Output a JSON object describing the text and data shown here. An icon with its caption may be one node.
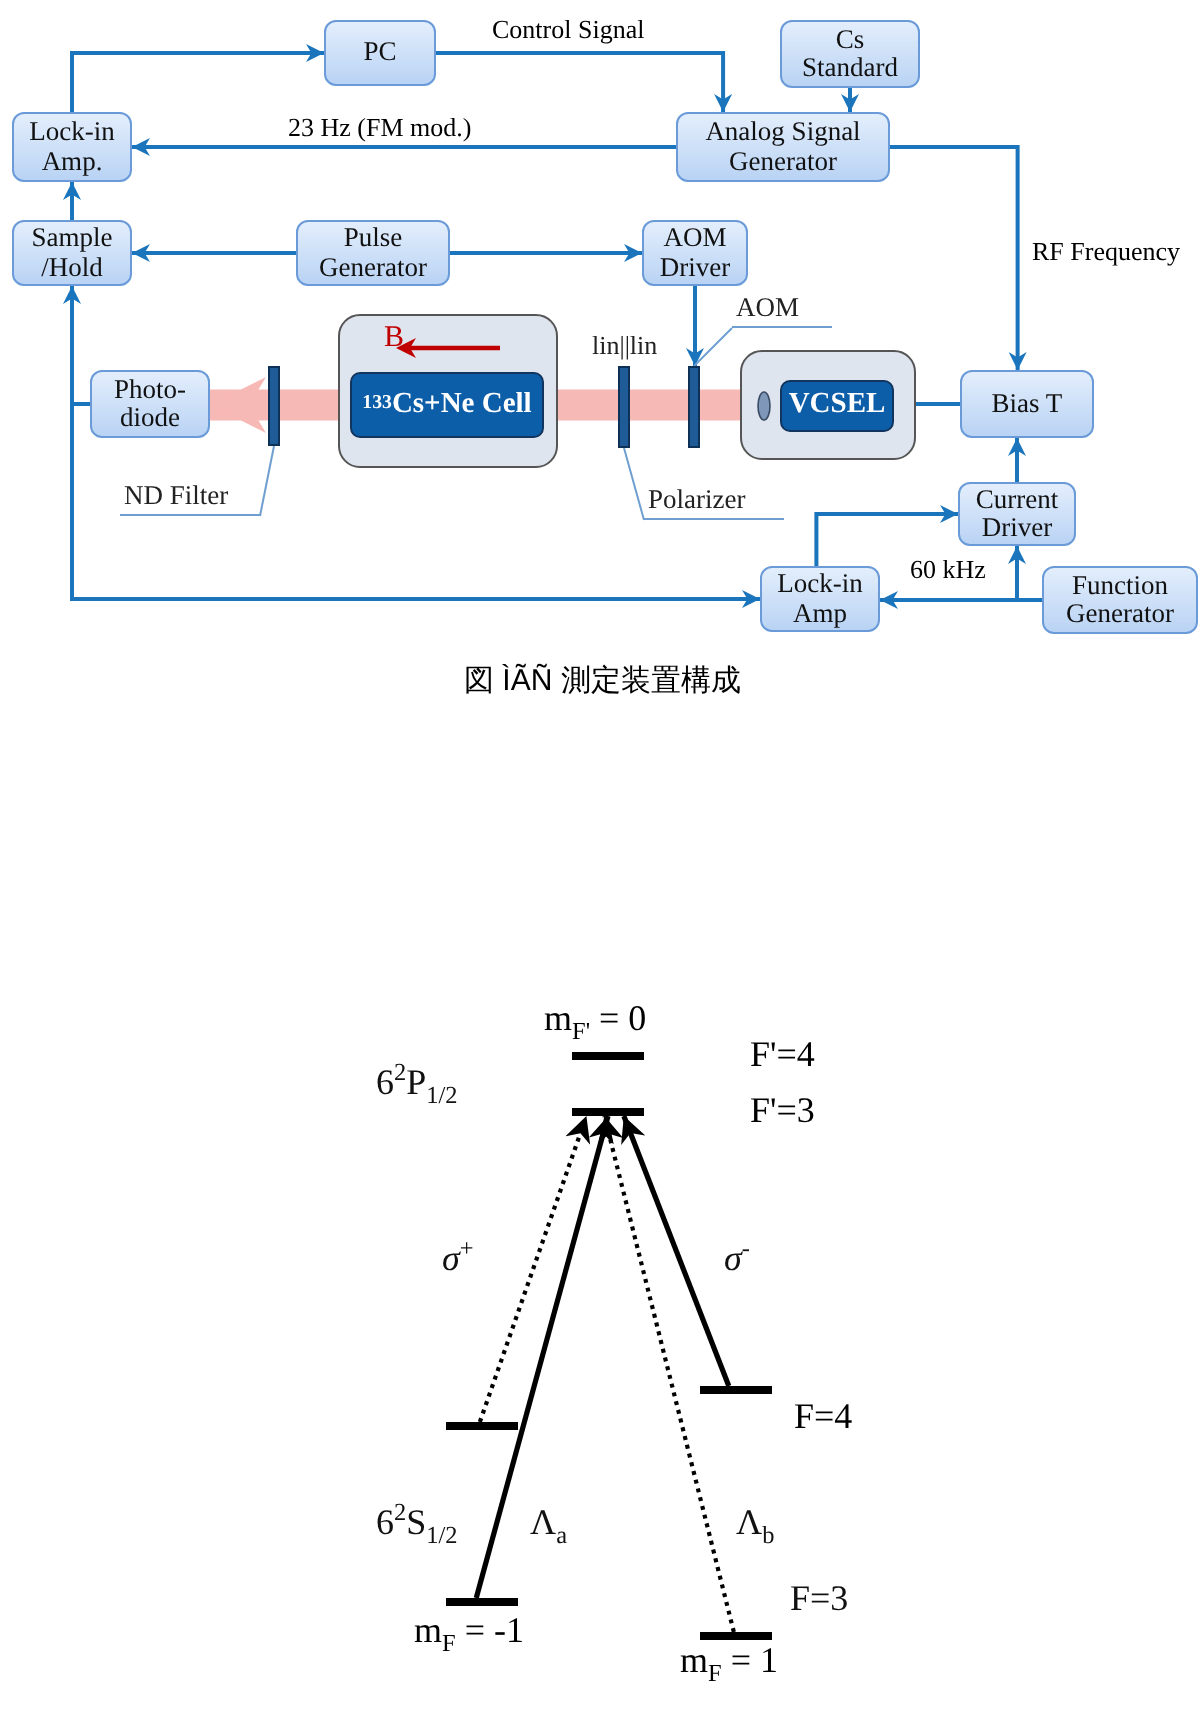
{
  "diagram": {
    "caption": "図 ÌÃÑ 測定装置構成",
    "nodes": [
      {
        "text": [
          "PC"
        ]
      },
      {
        "text": [
          "Cs Standard"
        ]
      },
      {
        "text": [
          "Lock-in Amp."
        ]
      },
      {
        "text": [
          "Analog Signal Generator"
        ]
      },
      {
        "text": [
          "Sample /Hold"
        ]
      },
      {
        "text": [
          "Pulse Generator"
        ]
      },
      {
        "text": [
          "AOM Driver"
        ]
      },
      {
        "text": [],
        "shape": "box"
      },
      {
        "text": [
          "$^{133}$Cs+Ne Cell"
        ],
        "in": 7
      },
      {
        "text": [],
        "shape": "box"
      },
      {
        "text": [
          "VCSEL"
        ],
        "in": 9
      },
      {
        "text": [
          "Photo- diode"
        ]
      },
      {
        "text": [
          "Bias T"
        ]
      },
      {
        "text": [
          "Current Driver"
        ]
      },
      {
        "text": [
          "Lock-in Amp"
        ]
      },
      {
        "text": [
          "Function Generator"
        ]
      },
      {
        "text": [
          "ND Filter"
        ]
      },
      {
        "text": [],
        "shape": "bar"
      },
      {
        "text": [],
        "shape": "bar"
      },
      {
        "text": [],
        "shape": "bar"
      },
      {
        "text": [
          "Polarizer"
        ]
      },
      {
        "text": [
          "AOM"
        ]
      },
      {
        "text": [],
        "shape": "bar",
        "beside": [
          "m$_{F'}$ = 0",
          "F'=4"
        ]
      },
      {
        "text": [],
        "shape": "bar",
        "beside": [
          "F'=3"
        ]
      },
      {
        "text": [],
        "shape": "bar"
      },
      {
        "text": [],
        "shape": "bar",
        "beside": [
          "F=4"
        ]
      },
      {
        "text": [],
        "shape": "bar",
        "beside": [
          "m$_{F}$ = -1"
        ]
      },
      {
        "text": [],
        "shape": "bar",
        "beside": [
          "m$_{F}$ = 1"
        ]
      }
    ],
    "edges": [
      {
        "from": 2,
        "to": 0,
        "arrow": "to"
      },
      {
        "from": 0,
        "to": 3,
        "arrow": "to",
        "label": "Control Signal"
      },
      {
        "from": 1,
        "to": 3,
        "arrow": "to"
      },
      {
        "from": 3,
        "to": 2,
        "arrow": "to",
        "label": "23 Hz (FM mod.)"
      },
      {
        "from": 3,
        "to": 12,
        "arrow": "to",
        "label": "RF Frequency"
      },
      {
        "from": 4,
        "to": 2,
        "arrow": "to"
      },
      {
        "from": 5,
        "to": 4,
        "arrow": "to"
      },
      {
        "from": 5,
        "to": 6,
        "arrow": "to"
      },
      {
        "from": 6,
        "to": 19,
        "arrow": "to"
      },
      {
        "from": 12,
        "to": 10,
        "arrow": "to"
      },
      {
        "from": 13,
        "to": 12,
        "arrow": "to"
      },
      {
        "from": 15,
        "to": 13,
        "arrow": "to"
      },
      {
        "from": 15,
        "to": 14,
        "arrow": "to",
        "label": "60 kHz"
      },
      {
        "from": 14,
        "to": 13,
        "arrow": "to"
      },
      {
        "from": 11,
        "to": 4,
        "arrow": "to"
      },
      {
        "from": 11,
        "to": 14,
        "arrow": "to"
      },
      {
        "from": 9,
        "to": 8,
        "arrow": "none",
        "style": "thick",
        "color": "#f7b9b5"
      },
      {
        "from": 8,
        "to": 11,
        "arrow": "to",
        "style": "thick",
        "color": "#f7b9b5"
      },
      {
        "from": 16,
        "to": 17,
        "arrow": "none",
        "color": "#6f9fd0"
      },
      {
        "from": 20,
        "to": 18,
        "arrow": "none",
        "color": "#6f9fd0"
      },
      {
        "from": 21,
        "to": 19,
        "arrow": "none",
        "color": "#6f9fd0"
      },
      {
        "from": 24,
        "to": 23,
        "arrow": "to",
        "style": "dashed",
        "color": "#000000"
      },
      {
        "from": 26,
        "to": 23,
        "arrow": "to",
        "color": "#000000"
      },
      {
        "from": 27,
        "to": 23,
        "arrow": "to",
        "style": "dashed",
        "color": "#000000"
      },
      {
        "from": 25,
        "to": 23,
        "arrow": "to",
        "color": "#000000"
      }
    ],
    "labels": [
      "B",
      "lin||lin",
      "6$^{2}$P$_{1/2}$",
      "*σ*$^{+}$",
      "*σ*$^{-}$",
      "6$^{2}$S$_{1/2}$",
      "Λ$_{a}$",
      "Λ$_{b}$",
      "F=3"
    ]
  }
}
